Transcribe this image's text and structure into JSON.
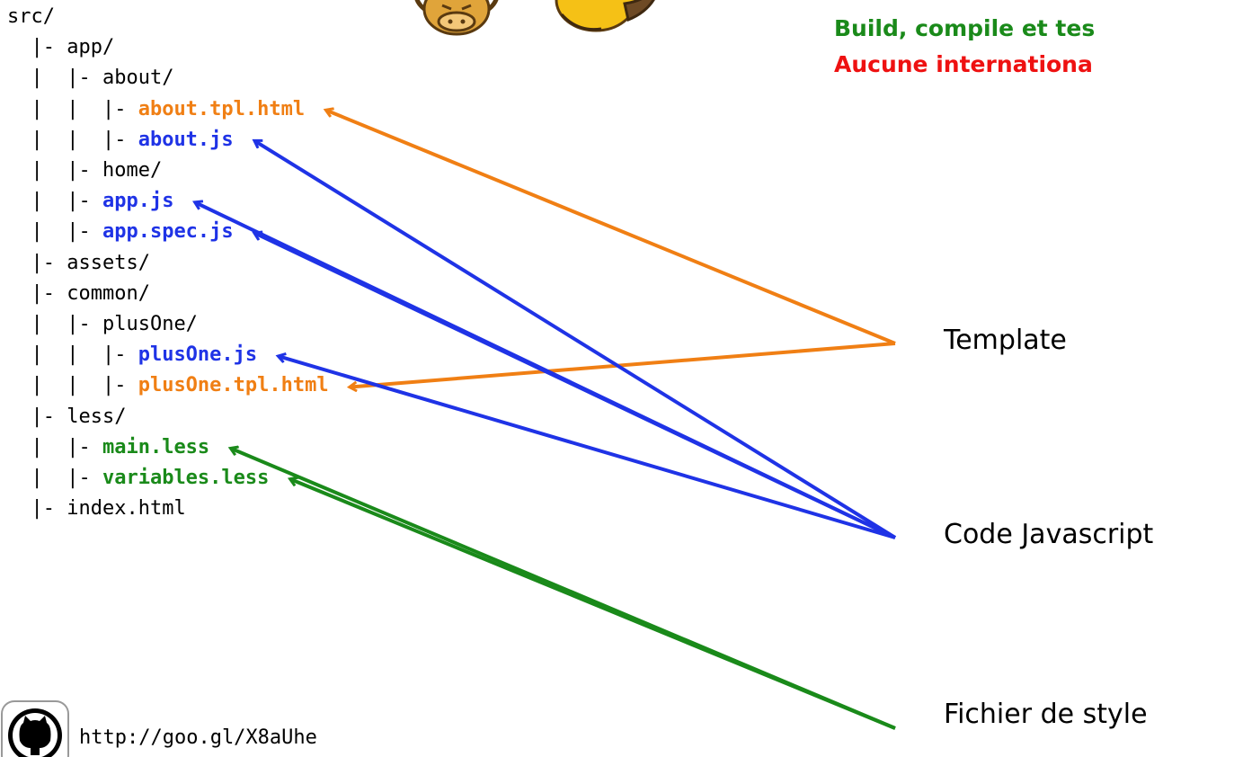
{
  "headlines": [
    {
      "text": "Build, compile et tes",
      "color": "#1a8a1a"
    },
    {
      "text": "Aucune internationa",
      "color": "#ee1111"
    }
  ],
  "tree": [
    {
      "prefix": "src/",
      "name": "",
      "color": "#000000",
      "bold": false
    },
    {
      "prefix": "  |- ",
      "name": "app/",
      "color": "#000000",
      "bold": false
    },
    {
      "prefix": "  |  |- ",
      "name": "about/",
      "color": "#000000",
      "bold": false
    },
    {
      "prefix": "  |  |  |- ",
      "name": "about.tpl.html",
      "color": "#f07f14",
      "bold": true
    },
    {
      "prefix": "  |  |  |- ",
      "name": "about.js",
      "color": "#1f33e6",
      "bold": true
    },
    {
      "prefix": "  |  |- ",
      "name": "home/",
      "color": "#000000",
      "bold": false
    },
    {
      "prefix": "  |  |- ",
      "name": "app.js",
      "color": "#1f33e6",
      "bold": true
    },
    {
      "prefix": "  |  |- ",
      "name": "app.spec.js",
      "color": "#1f33e6",
      "bold": true
    },
    {
      "prefix": "  |- ",
      "name": "assets/",
      "color": "#000000",
      "bold": false
    },
    {
      "prefix": "  |- ",
      "name": "common/",
      "color": "#000000",
      "bold": false
    },
    {
      "prefix": "  |  |- ",
      "name": "plusOne/",
      "color": "#000000",
      "bold": false
    },
    {
      "prefix": "  |  |  |- ",
      "name": "plusOne.js",
      "color": "#1f33e6",
      "bold": true
    },
    {
      "prefix": "  |  |  |- ",
      "name": "plusOne.tpl.html",
      "color": "#f07f14",
      "bold": true
    },
    {
      "prefix": "  |- ",
      "name": "less/",
      "color": "#000000",
      "bold": false
    },
    {
      "prefix": "  |  |- ",
      "name": "main.less",
      "color": "#1a8a1a",
      "bold": true
    },
    {
      "prefix": "  |  |- ",
      "name": "variables.less",
      "color": "#1a8a1a",
      "bold": true
    },
    {
      "prefix": "  |- ",
      "name": "index.html",
      "color": "#000000",
      "bold": false
    }
  ],
  "labels": [
    {
      "id": "template",
      "text": "Template",
      "color": "#f07f14"
    },
    {
      "id": "code-javascript",
      "text": "Code Javascript",
      "color": "#1f33e6"
    },
    {
      "id": "fichier-de-style",
      "text": "Fichier de style",
      "color": "#1a8a1a"
    }
  ],
  "arrows": [
    {
      "from": "template",
      "to": "about.tpl.html"
    },
    {
      "from": "template",
      "to": "plusOne.tpl.html"
    },
    {
      "from": "code-javascript",
      "to": "about.js"
    },
    {
      "from": "code-javascript",
      "to": "app.js"
    },
    {
      "from": "code-javascript",
      "to": "app.spec.js"
    },
    {
      "from": "code-javascript",
      "to": "plusOne.js"
    },
    {
      "from": "fichier-de-style",
      "to": "main.less"
    },
    {
      "from": "fichier-de-style",
      "to": "variables.less"
    }
  ],
  "footer": {
    "url": "http://goo.gl/X8aUhe",
    "icon": "github-octocat-icon"
  },
  "mascots": [
    {
      "icon": "grunt-boar-icon"
    },
    {
      "icon": "bower-bird-icon"
    }
  ]
}
